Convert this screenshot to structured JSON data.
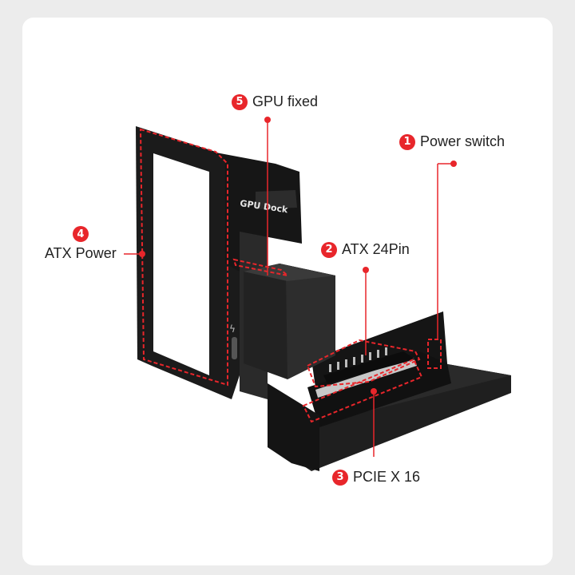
{
  "callouts": [
    {
      "num": "1",
      "label": "Power switch"
    },
    {
      "num": "2",
      "label": "ATX 24Pin"
    },
    {
      "num": "3",
      "label": "PCIE X 16"
    },
    {
      "num": "4",
      "label": "ATX Power"
    },
    {
      "num": "5",
      "label": "GPU fixed"
    }
  ],
  "product": {
    "plate_text": "GPU Dock"
  },
  "colors": {
    "accent": "#e8262b",
    "metal": "#1e1e1e",
    "background": "#ececec",
    "card": "#ffffff"
  }
}
